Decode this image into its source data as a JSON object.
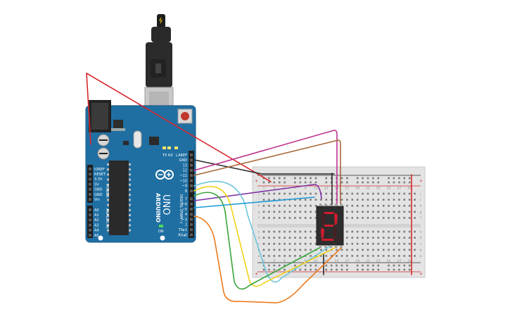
{
  "arduino": {
    "brand": "ARDUINO",
    "model": "UNO",
    "reset_label": "RESET",
    "digital_header": "DIGITAL (PWM~)",
    "power_header": "POWER",
    "analog_header": "ANALOG IN",
    "on_label": "ON",
    "tx_label": "TX",
    "rx_label": "RX",
    "l_label": "L",
    "digital_pins": [
      "AREF",
      "GND",
      "13",
      "12",
      "~11",
      "~10",
      "~9",
      "8",
      "7",
      "~6",
      "~5",
      "4",
      "~3",
      "2",
      "TX▸1",
      "RX◂0"
    ],
    "power_pins": [
      "IOREF",
      "RESET",
      "3.3V",
      "5V",
      "GND",
      "GND",
      "Vin"
    ],
    "analog_pins": [
      "A0",
      "A1",
      "A2",
      "A3",
      "A4",
      "A5"
    ]
  },
  "breadboard": {
    "plus": "+",
    "minus": "−",
    "row_letters_top": [
      "j",
      "i",
      "h",
      "g",
      "f"
    ],
    "row_letters_bottom": [
      "e",
      "d",
      "c",
      "b",
      "a"
    ],
    "col_numbers": [
      "1",
      "3",
      "5",
      "7",
      "9",
      "11",
      "13",
      "15",
      "17",
      "19",
      "21",
      "23",
      "25",
      "27",
      "29"
    ]
  },
  "display": {
    "digit": "2",
    "segment_color": "#d11b2f"
  },
  "wires": {
    "colors": {
      "red": "#d8262b",
      "black": "#2a2a2a",
      "magenta": "#c0338f",
      "brown": "#a8683a",
      "purple": "#7d2fa0",
      "lightblue": "#6fc5dc",
      "yellow": "#f2d21a",
      "green": "#3aa53c",
      "blue": "#1c9ad6",
      "orange": "#ec7a1b"
    }
  }
}
